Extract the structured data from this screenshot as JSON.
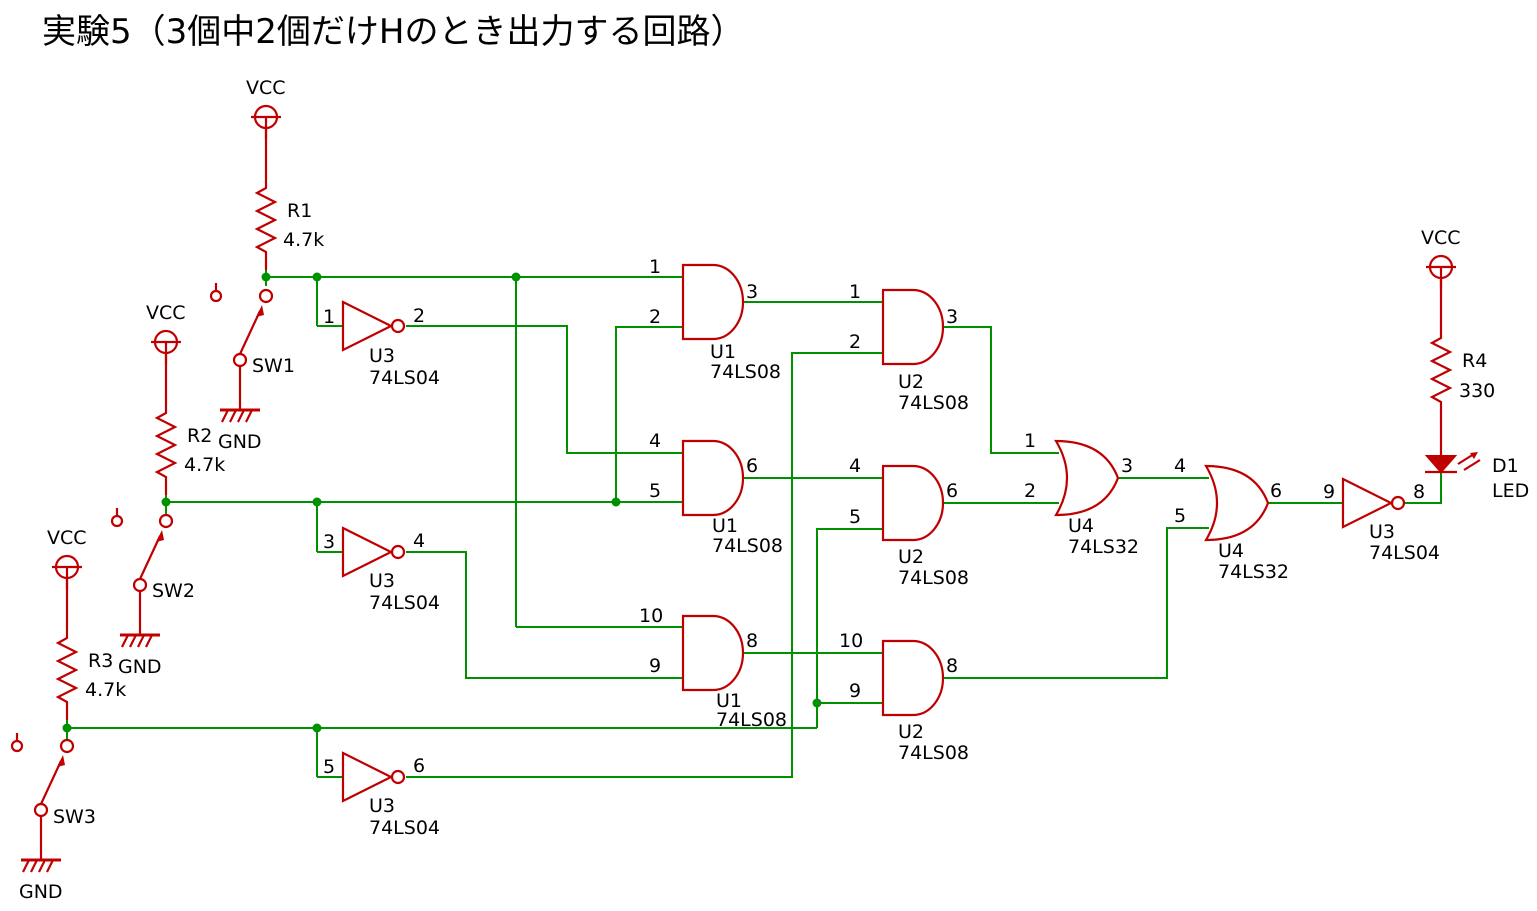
{
  "title": "実験5（3個中2個だけHのとき出力する回路）",
  "colors": {
    "symbol": "#c00000",
    "wire": "#009100",
    "text": "#000000"
  },
  "power": {
    "vcc": "VCC",
    "gnd": "GND"
  },
  "resistors": [
    {
      "ref": "R1",
      "value": "4.7k"
    },
    {
      "ref": "R2",
      "value": "4.7k"
    },
    {
      "ref": "R3",
      "value": "4.7k"
    },
    {
      "ref": "R4",
      "value": "330"
    }
  ],
  "switches": [
    "SW1",
    "SW2",
    "SW3"
  ],
  "led": {
    "ref": "D1",
    "value": "LED"
  },
  "inverters": [
    {
      "unit": "U3",
      "part": "74LS04",
      "pin_in": "1",
      "pin_out": "2"
    },
    {
      "unit": "U3",
      "part": "74LS04",
      "pin_in": "3",
      "pin_out": "4"
    },
    {
      "unit": "U3",
      "part": "74LS04",
      "pin_in": "5",
      "pin_out": "6"
    },
    {
      "unit": "U3",
      "part": "74LS04",
      "pin_in": "9",
      "pin_out": "8"
    }
  ],
  "and_gates": [
    {
      "unit": "U1",
      "part": "74LS08",
      "pin_a": "1",
      "pin_b": "2",
      "pin_out": "3"
    },
    {
      "unit": "U1",
      "part": "74LS08",
      "pin_a": "4",
      "pin_b": "5",
      "pin_out": "6"
    },
    {
      "unit": "U1",
      "part": "74LS08",
      "pin_a": "10",
      "pin_b": "9",
      "pin_out": "8"
    },
    {
      "unit": "U2",
      "part": "74LS08",
      "pin_a": "1",
      "pin_b": "2",
      "pin_out": "3"
    },
    {
      "unit": "U2",
      "part": "74LS08",
      "pin_a": "4",
      "pin_b": "5",
      "pin_out": "6"
    },
    {
      "unit": "U2",
      "part": "74LS08",
      "pin_a": "10",
      "pin_b": "9",
      "pin_out": "8"
    }
  ],
  "or_gates": [
    {
      "unit": "U4",
      "part": "74LS32",
      "pin_a": "1",
      "pin_b": "2",
      "pin_out": "3"
    },
    {
      "unit": "U4",
      "part": "74LS32",
      "pin_a": "4",
      "pin_b": "5",
      "pin_out": "6"
    }
  ]
}
